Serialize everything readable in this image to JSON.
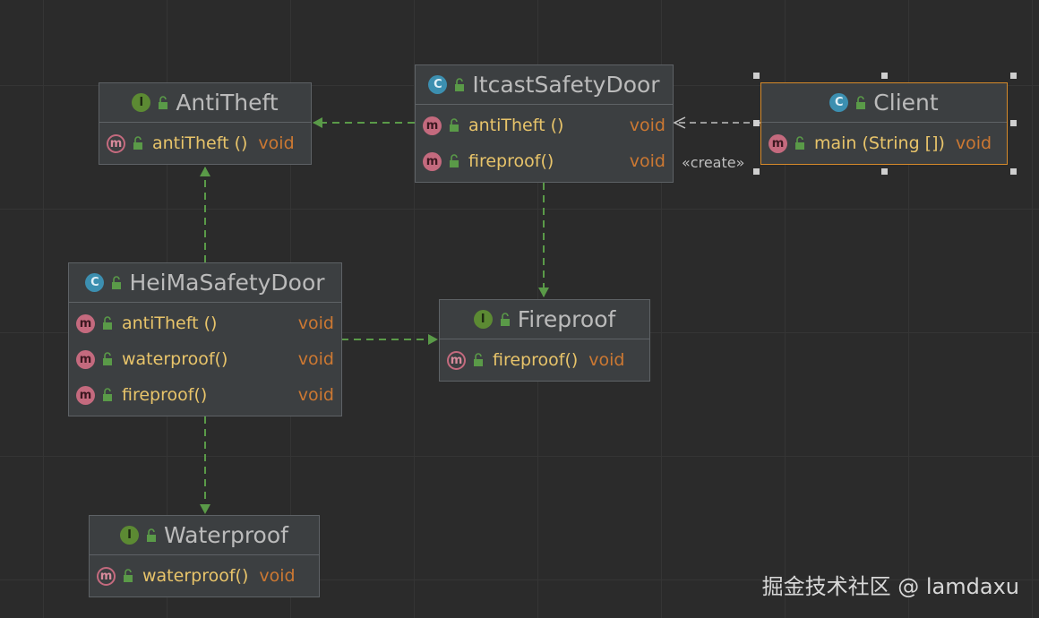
{
  "nodes": {
    "antitheft": {
      "name": "AntiTheft",
      "kind": "interface",
      "badge": "I",
      "members": [
        {
          "name": "antiTheft ()",
          "type": "void",
          "abstract": true
        }
      ]
    },
    "itcast": {
      "name": "ItcastSafetyDoor",
      "kind": "class",
      "badge": "C",
      "members": [
        {
          "name": "antiTheft ()",
          "type": "void"
        },
        {
          "name": "fireproof()",
          "type": "void"
        }
      ]
    },
    "client": {
      "name": "Client",
      "kind": "class",
      "badge": "C",
      "selected": true,
      "members": [
        {
          "name": "main (String [])",
          "type": "void"
        }
      ]
    },
    "heima": {
      "name": "HeiMaSafetyDoor",
      "kind": "class",
      "badge": "C",
      "members": [
        {
          "name": "antiTheft ()",
          "type": "void"
        },
        {
          "name": "waterproof()",
          "type": "void"
        },
        {
          "name": "fireproof()",
          "type": "void"
        }
      ]
    },
    "fireproof": {
      "name": "Fireproof",
      "kind": "interface",
      "badge": "I",
      "members": [
        {
          "name": "fireproof()",
          "type": "void",
          "abstract": true
        }
      ]
    },
    "waterproof": {
      "name": "Waterproof",
      "kind": "interface",
      "badge": "I",
      "members": [
        {
          "name": "waterproof()",
          "type": "void",
          "abstract": true
        }
      ]
    }
  },
  "edge_labels": {
    "create": "«create»"
  },
  "edges": [
    {
      "from": "ItcastSafetyDoor",
      "to": "AntiTheft",
      "relation": "realization"
    },
    {
      "from": "ItcastSafetyDoor",
      "to": "Fireproof",
      "relation": "realization"
    },
    {
      "from": "Client",
      "to": "ItcastSafetyDoor",
      "relation": "dependency",
      "label": "«create»"
    },
    {
      "from": "HeiMaSafetyDoor",
      "to": "AntiTheft",
      "relation": "realization"
    },
    {
      "from": "HeiMaSafetyDoor",
      "to": "Fireproof",
      "relation": "realization"
    },
    {
      "from": "HeiMaSafetyDoor",
      "to": "Waterproof",
      "relation": "realization"
    }
  ],
  "colors": {
    "background": "#2b2b2b",
    "node_fill": "#3c3f41",
    "realization_edge": "#5a9a48",
    "dependency_edge": "#bfbfbf",
    "selection_border": "#d68a2a",
    "method_name": "#e8c46a",
    "return_type": "#cc7832"
  },
  "watermark": "掘金技术社区 @ lamdaxu"
}
